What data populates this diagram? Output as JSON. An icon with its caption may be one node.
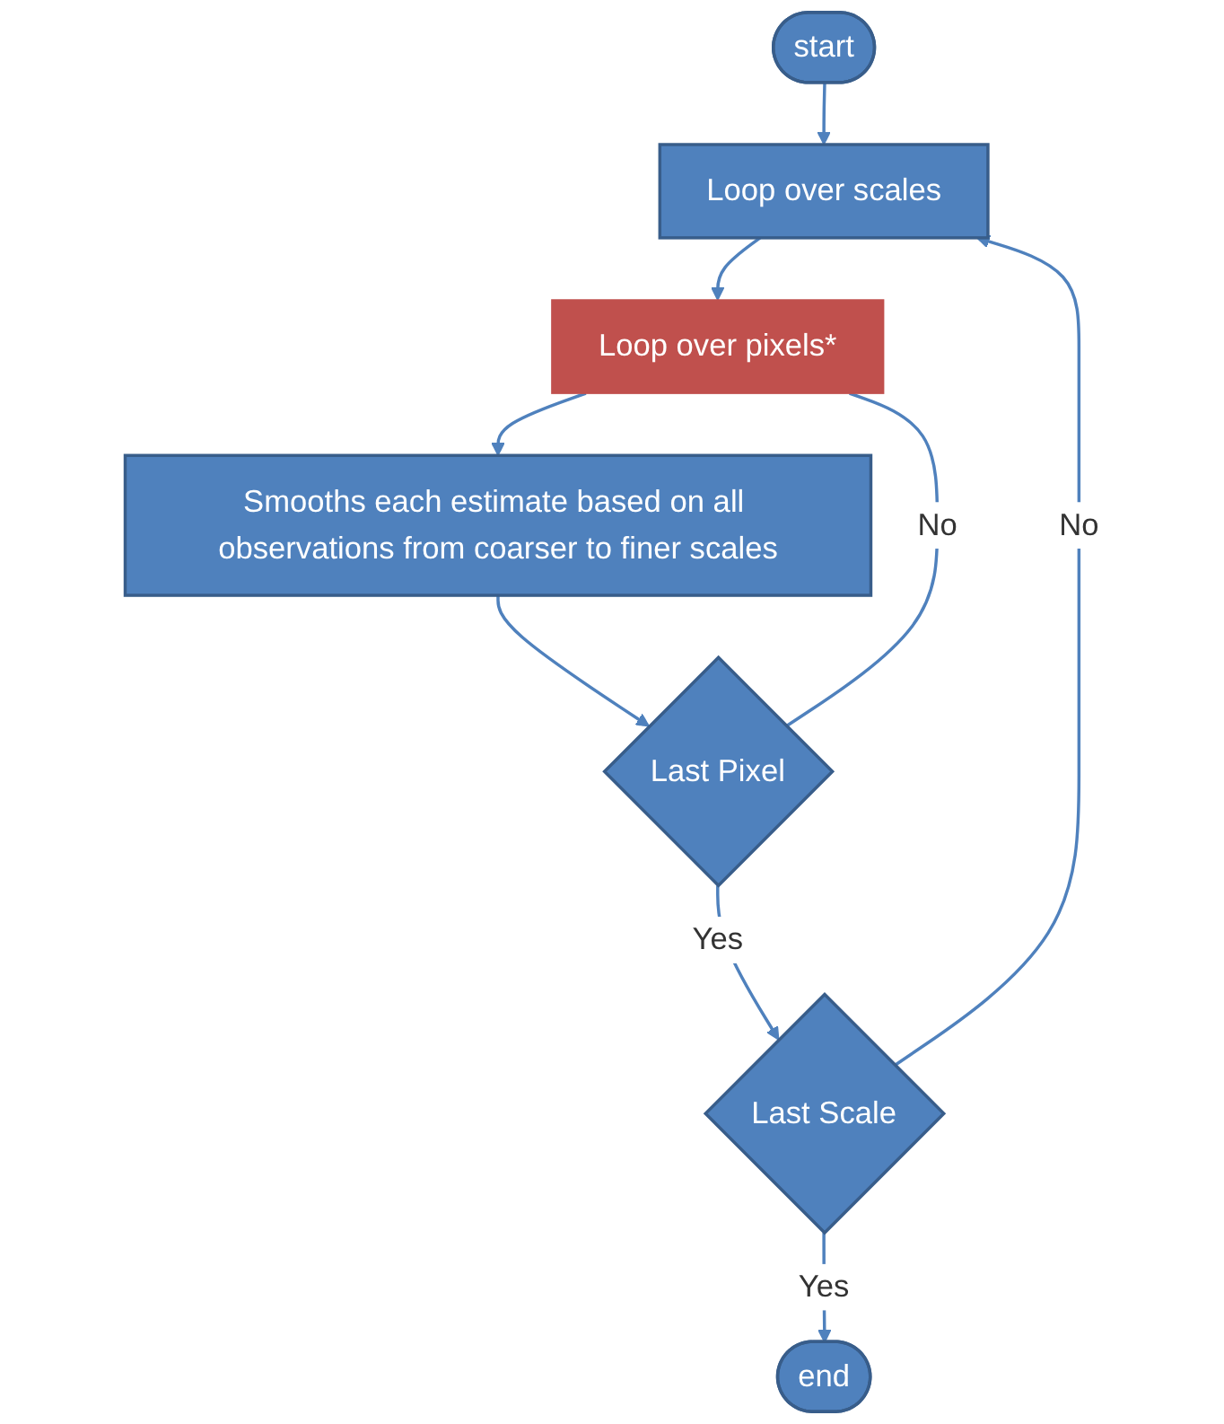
{
  "diagram": {
    "nodes": [
      {
        "text": [
          "start"
        ]
      },
      {
        "text": [
          "Loop over scales"
        ]
      },
      {
        "text": [
          "Loop over pixels*"
        ]
      },
      {
        "text": [
          "Smooths each estimate based on all observations from coarser to finer scales"
        ]
      },
      {
        "text": [
          "Last Pixel"
        ]
      },
      {
        "text": [
          "Last Scale"
        ]
      },
      {
        "text": [
          "end"
        ]
      }
    ],
    "edges": [
      {
        "from": 0,
        "to": 1,
        "arrow": "to"
      },
      {
        "from": 1,
        "to": 2,
        "arrow": "to"
      },
      {
        "from": 2,
        "to": 3,
        "arrow": "to"
      },
      {
        "from": 3,
        "to": 4,
        "arrow": "to"
      },
      {
        "from": 4,
        "to": 5,
        "arrow": "to",
        "label": "Yes"
      },
      {
        "from": 5,
        "to": 6,
        "arrow": "to",
        "label": "Yes"
      },
      {
        "from": 4,
        "to": 2,
        "arrow": "none",
        "label": "No"
      },
      {
        "from": 5,
        "to": 1,
        "arrow": "to",
        "label": "No"
      }
    ]
  }
}
